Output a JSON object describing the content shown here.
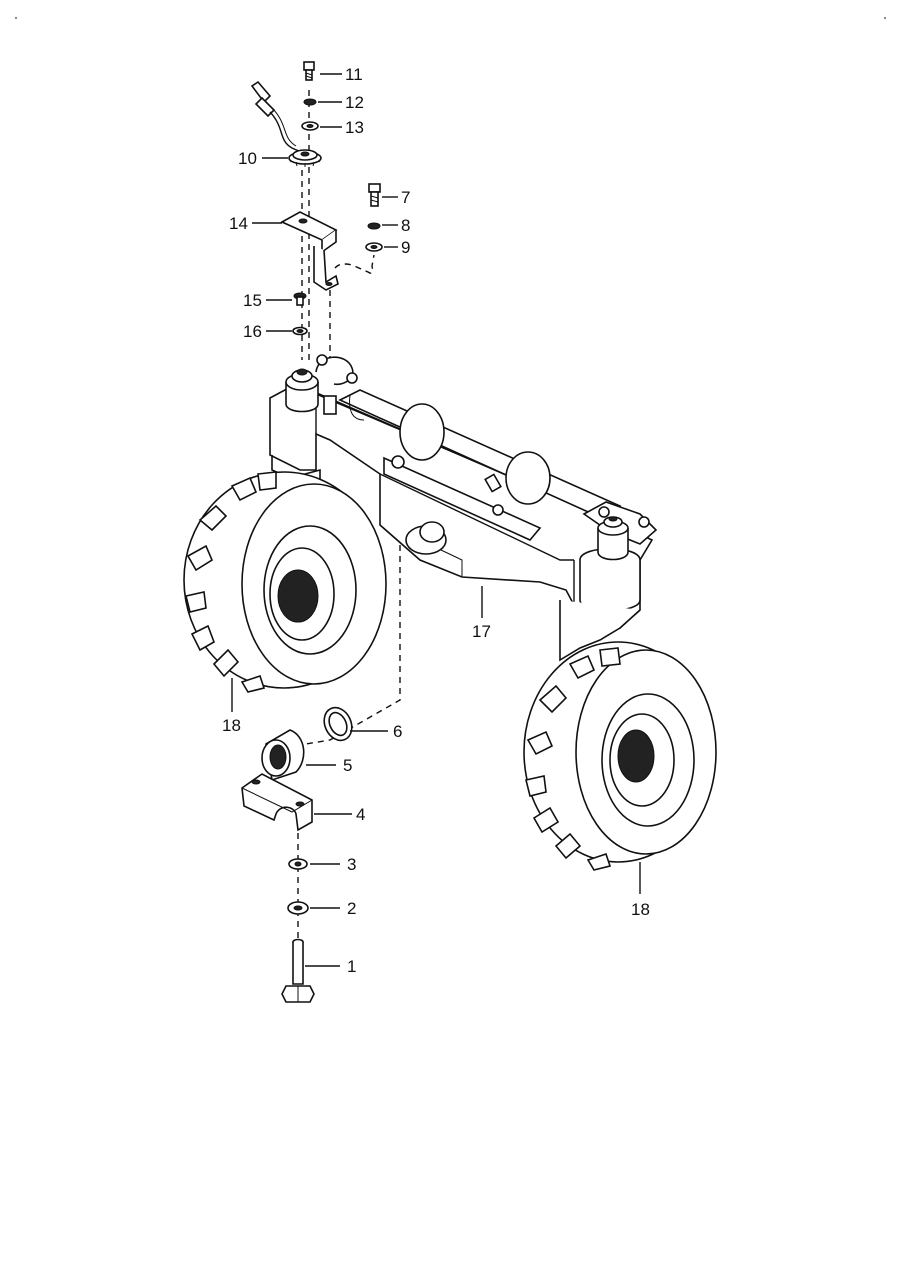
{
  "diagram": {
    "callouts": {
      "c1": "1",
      "c2": "2",
      "c3": "3",
      "c4": "4",
      "c5": "5",
      "c6": "6",
      "c7": "7",
      "c8": "8",
      "c9": "9",
      "c10": "10",
      "c11": "11",
      "c12": "12",
      "c13": "13",
      "c14": "14",
      "c15": "15",
      "c16": "16",
      "c17": "17",
      "c18a": "18",
      "c18b": "18"
    }
  }
}
